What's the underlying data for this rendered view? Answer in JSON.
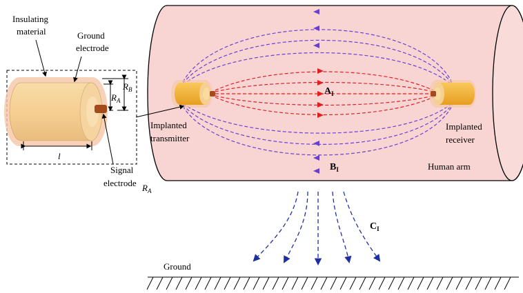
{
  "labels": {
    "insulating_line1": "Insulating",
    "insulating_line2": "material",
    "ground_electrode_line1": "Ground",
    "ground_electrode_line2": "electrode",
    "signal_electrode_line1": "Signal",
    "signal_electrode_line2": "electrode",
    "radius_a": "R",
    "radius_a_sub": "A",
    "radius_b": "R",
    "radius_b_sub": "B",
    "length": "l",
    "stray_ra": "R",
    "stray_ra_sub": "A",
    "transmitter_line1": "Implanted",
    "transmitter_line2": "transmitter",
    "receiver_line1": "Implanted",
    "receiver_line2": "receiver",
    "arm": "Human arm",
    "path_a": "A",
    "path_a_sub": "I",
    "path_b": "B",
    "path_b_sub": "I",
    "path_c": "C",
    "path_c_sub": "I",
    "ground": "Ground"
  },
  "colors": {
    "arm_fill": "#f8d5d3",
    "arm_stroke": "#000000",
    "electrode_body": "#f5d29c",
    "electrode_insulation": "#f6c7a6",
    "electrode_core": "#f0b53a",
    "signal_tip": "#a54a1a",
    "field_red": "#e02020",
    "field_purple": "#6a3fd0",
    "ground_field": "#1f2fa0"
  }
}
